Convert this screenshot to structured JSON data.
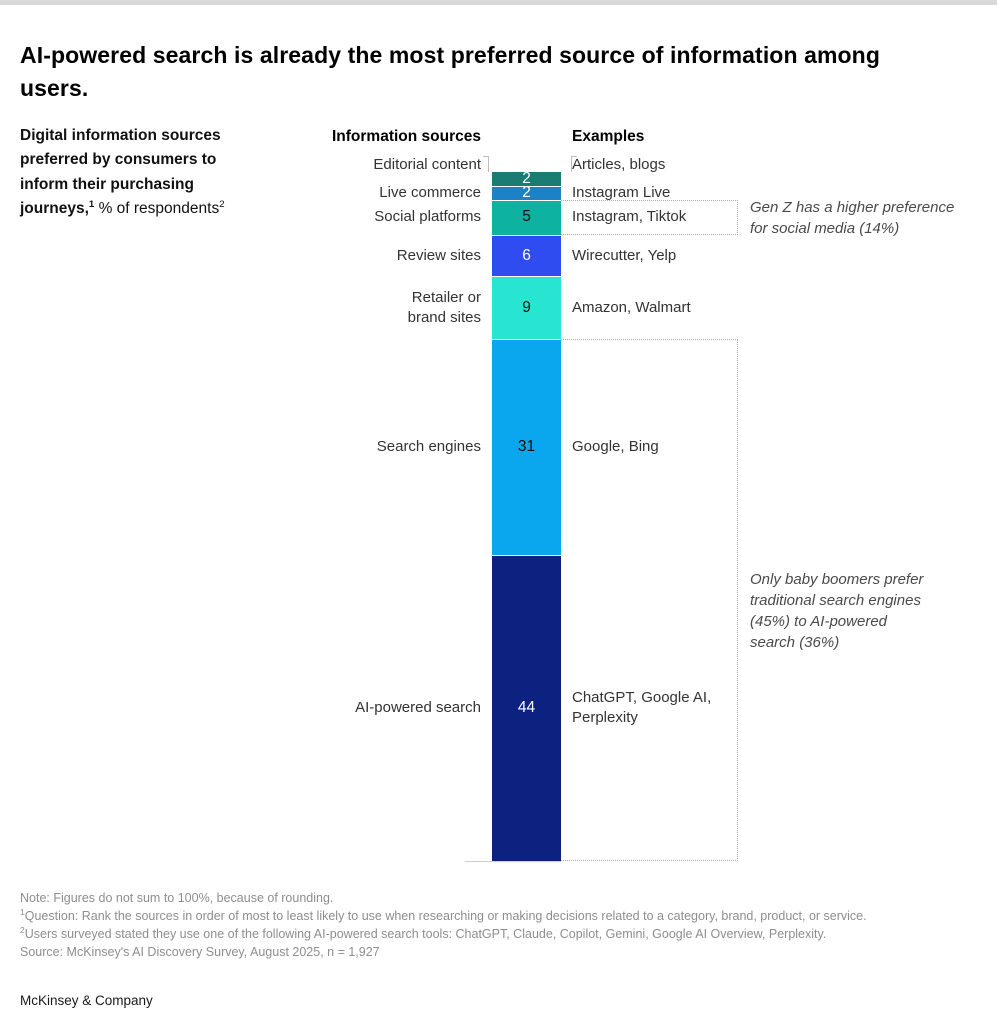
{
  "header": {
    "title": "AI-powered search is already the most preferred source of information among users."
  },
  "subtitle": {
    "bold": "Digital information sources preferred by consumers to inform their purchasing journeys,",
    "sup_a": "1",
    "regular": " % of respondents",
    "sup_b": "2"
  },
  "chart_data": {
    "type": "bar",
    "stacked": true,
    "orientation": "vertical",
    "title": "Digital information sources preferred by consumers to inform their purchasing journeys, % of respondents",
    "column_headers": {
      "sources": "Information sources",
      "examples": "Examples"
    },
    "categories": [
      "Editorial content",
      "Live commerce",
      "Social platforms",
      "Review sites",
      "Retailer or\nbrand sites",
      "Search engines",
      "AI-powered search"
    ],
    "values": [
      2,
      2,
      5,
      6,
      9,
      31,
      44
    ],
    "examples": [
      "Articles, blogs",
      "Instagram Live",
      "Instagram, Tiktok",
      "Wirecutter, Yelp",
      "Amazon, Walmart",
      "Google, Bing",
      "ChatGPT, Google AI,\nPerplexity"
    ],
    "colors": [
      "#1a7d73",
      "#1d81c5",
      "#0eb2a1",
      "#2e4cf0",
      "#28e5d2",
      "#0aa7ee",
      "#0c2180"
    ],
    "value_label_colors": [
      "#ffffff",
      "#ffffff",
      "#111111",
      "#ffffff",
      "#111111",
      "#111111",
      "#ffffff"
    ],
    "annotations": [
      {
        "text": "Gen Z has a higher preference\nfor social media (14%)",
        "span": [
          2,
          2
        ]
      },
      {
        "text": "Only baby boomers prefer\ntraditional search engines\n(45%) to AI-powered\nsearch (36%)",
        "span": [
          5,
          6
        ]
      }
    ]
  },
  "footnotes": [
    {
      "sup": "",
      "text": "Note: Figures do not sum to 100%, because of rounding."
    },
    {
      "sup": "1",
      "text": "Question: Rank the sources in order of most to least likely to use when researching or making decisions related to a category, brand, product, or service."
    },
    {
      "sup": "2",
      "text": "Users surveyed stated they use one of the following AI-powered search tools: ChatGPT, Claude, Copilot, Gemini, Google AI Overview, Perplexity."
    },
    {
      "sup": "",
      "text": "Source: McKinsey's AI Discovery Survey, August 2025, n = 1,927"
    }
  ],
  "footer": {
    "brand": "McKinsey & Company"
  }
}
